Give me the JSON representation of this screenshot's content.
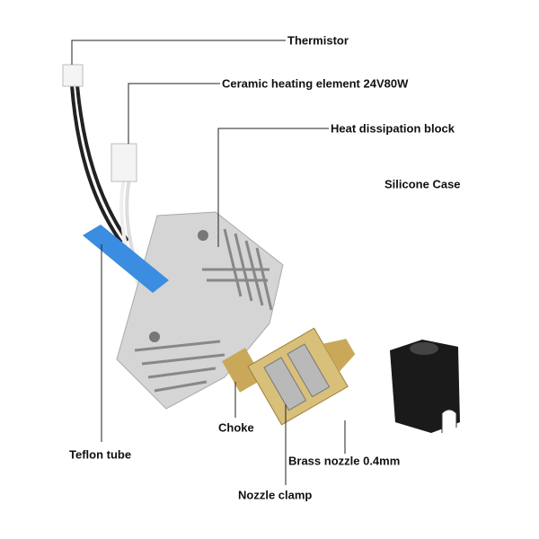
{
  "labels": {
    "thermistor": "Thermistor",
    "ceramic_heater": "Ceramic heating element 24V80W",
    "heat_block": "Heat dissipation block",
    "silicone_case": "Silicone Case",
    "choke": "Choke",
    "teflon_tube": "Teflon tube",
    "brass_nozzle": "Brass nozzle 0.4mm",
    "nozzle_clamp": "Nozzle clamp"
  },
  "colors": {
    "teflon": "#3a8de0",
    "aluminium": "#d9d9d9",
    "brass": "#c9a85a",
    "silicone": "#1a1a1a"
  }
}
